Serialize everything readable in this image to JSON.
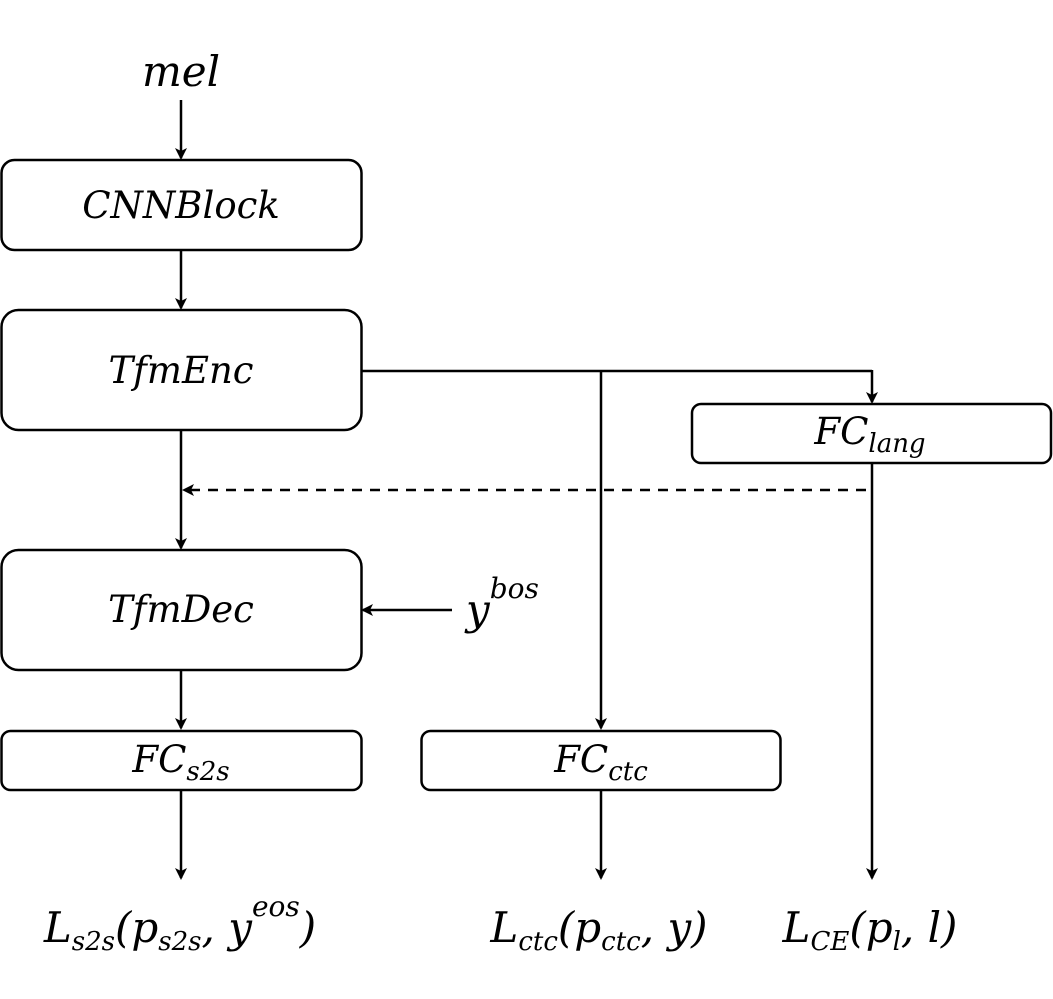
{
  "nodes": {
    "input": {
      "text": "mel"
    },
    "cnn_block": {
      "text": "CNNBlock"
    },
    "tfm_enc": {
      "text": "TfmEnc"
    },
    "fc_lang": {
      "main": "FC",
      "sub": "lang"
    },
    "tfm_dec": {
      "text": "TfmDec"
    },
    "bos_input": {
      "main": "y",
      "sup": "bos"
    },
    "fc_s2s": {
      "main": "FC",
      "sub": "s2s"
    },
    "fc_ctc": {
      "main": "FC",
      "sub": "ctc"
    }
  },
  "losses": {
    "s2s": {
      "main": "L",
      "sub": "s2s",
      "open": "(p",
      "arg_sub": "s2s",
      "mid": ", y",
      "sup": "eos",
      "close": ")"
    },
    "ctc": {
      "main": "L",
      "sub": "ctc",
      "open": "(p",
      "arg_sub": "ctc",
      "close": ", y)"
    },
    "ce": {
      "main": "L",
      "sub": "CE",
      "open": "(p",
      "arg_sub": "l",
      "close": ", l)"
    }
  },
  "colors": {
    "stroke": "#000000",
    "background": "#ffffff"
  }
}
